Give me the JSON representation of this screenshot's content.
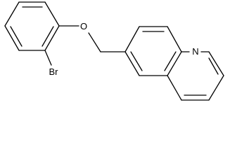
{
  "molecule": {
    "atom_labels": {
      "oxygen": "O",
      "bromine": "Br",
      "nitrogen": "N"
    },
    "colors": {
      "bond": "#000000",
      "label": "#000000",
      "background": "#ffffff"
    }
  }
}
